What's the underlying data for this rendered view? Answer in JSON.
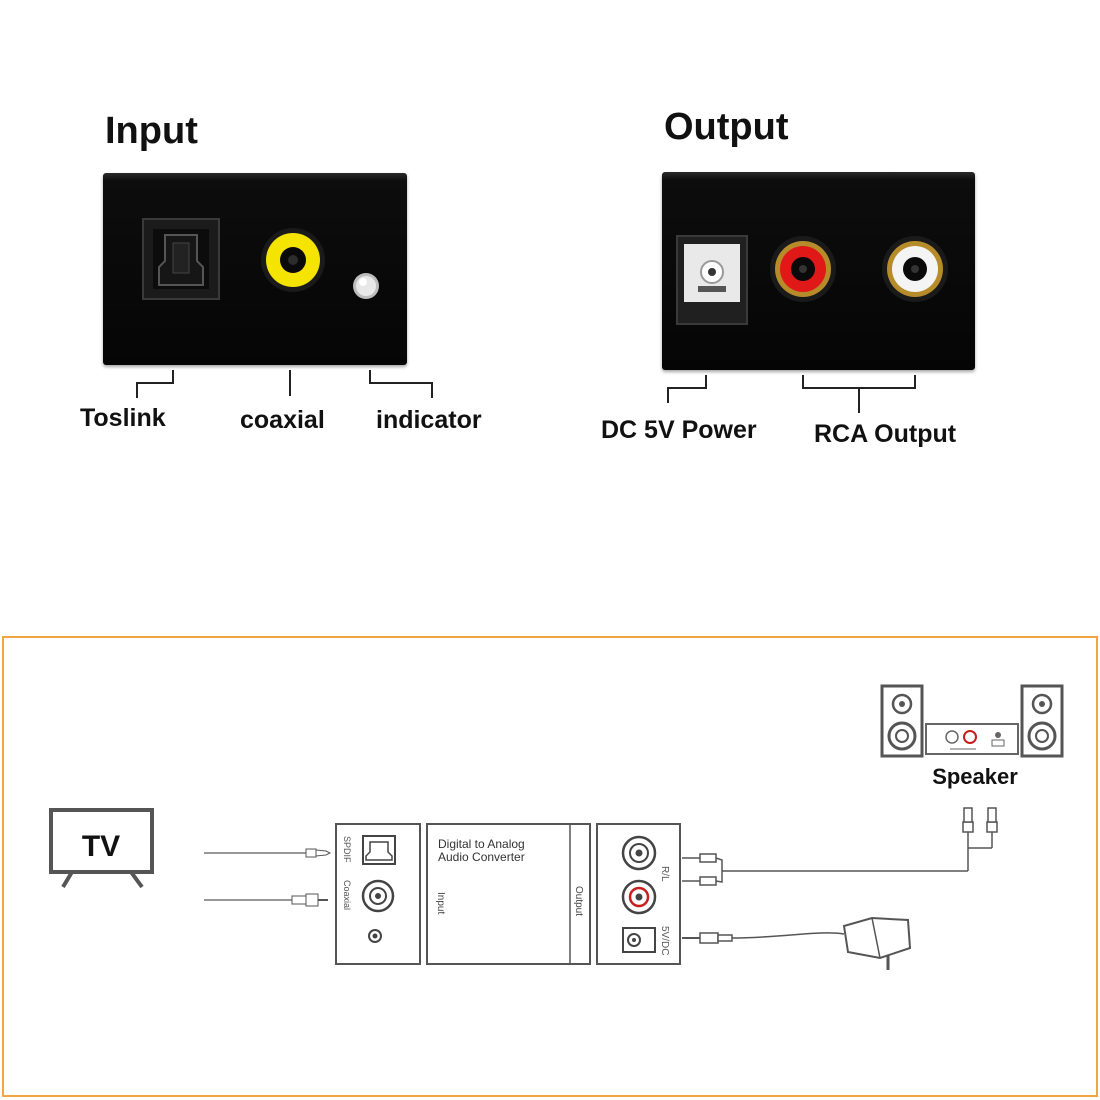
{
  "input_panel": {
    "title": "Input",
    "labels": {
      "toslink": "Toslink",
      "coaxial": "coaxial",
      "indicator": "indicator"
    }
  },
  "output_panel": {
    "title": "Output",
    "labels": {
      "dc_power": "DC 5V Power",
      "rca_output": "RCA Output"
    }
  },
  "connection_diagram": {
    "tv_label": "TV",
    "speaker_label": "Speaker",
    "converter_title_line1": "Digital to Analog",
    "converter_title_line2": "Audio Converter",
    "converter_input_text": "Input",
    "converter_output_text": "Output",
    "spdif_text": "SPDIF",
    "coaxial_text": "Coaxial",
    "rl_text": "R/L",
    "dc_text": "5V/DC"
  },
  "colors": {
    "frame_accent": "#f2a640",
    "coaxial_jack": "#f4e400",
    "rca_red": "#e01818",
    "rca_white": "#f4f4f4",
    "device_body": "#0a0a0a"
  }
}
